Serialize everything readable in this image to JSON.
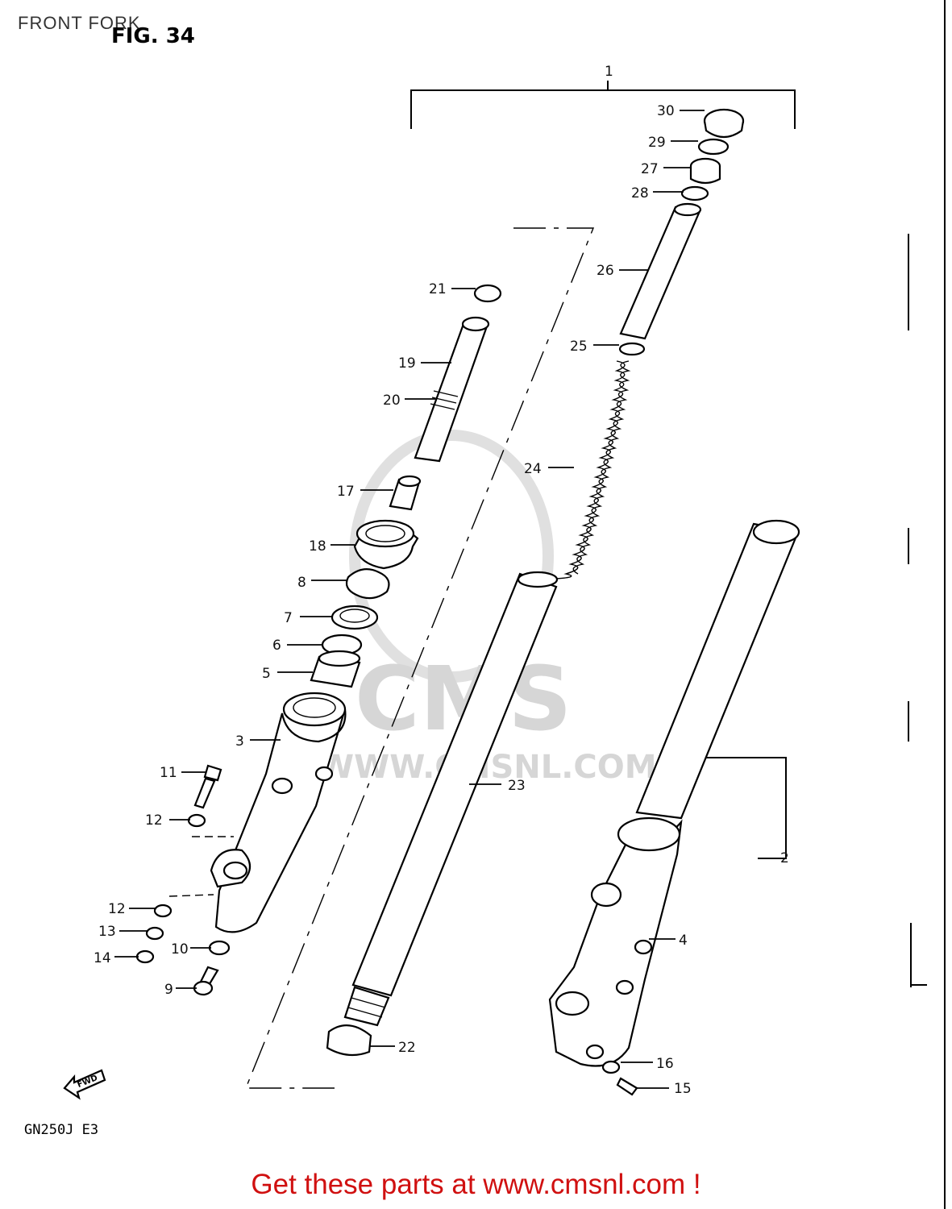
{
  "header": {
    "title": "FRONT FORK",
    "figure": "FIG. 34"
  },
  "model": "GN250J  E3",
  "fwd_label": "FWD",
  "watermark": {
    "brand": "CMS",
    "url": "WWW.CMSNL.COM"
  },
  "cta": "Get these parts at www.cmsnl.com !",
  "callouts": {
    "c1": "1",
    "c2": "2",
    "c3": "3",
    "c4": "4",
    "c5": "5",
    "c6": "6",
    "c7": "7",
    "c8": "8",
    "c9": "9",
    "c10": "10",
    "c11": "11",
    "c12a": "12",
    "c12b": "12",
    "c13": "13",
    "c14": "14",
    "c15": "15",
    "c16": "16",
    "c17": "17",
    "c18": "18",
    "c19": "19",
    "c20": "20",
    "c21": "21",
    "c22": "22",
    "c23": "23",
    "c24": "24",
    "c25": "25",
    "c26": "26",
    "c27": "27",
    "c28": "28",
    "c29": "29",
    "c30": "30"
  }
}
